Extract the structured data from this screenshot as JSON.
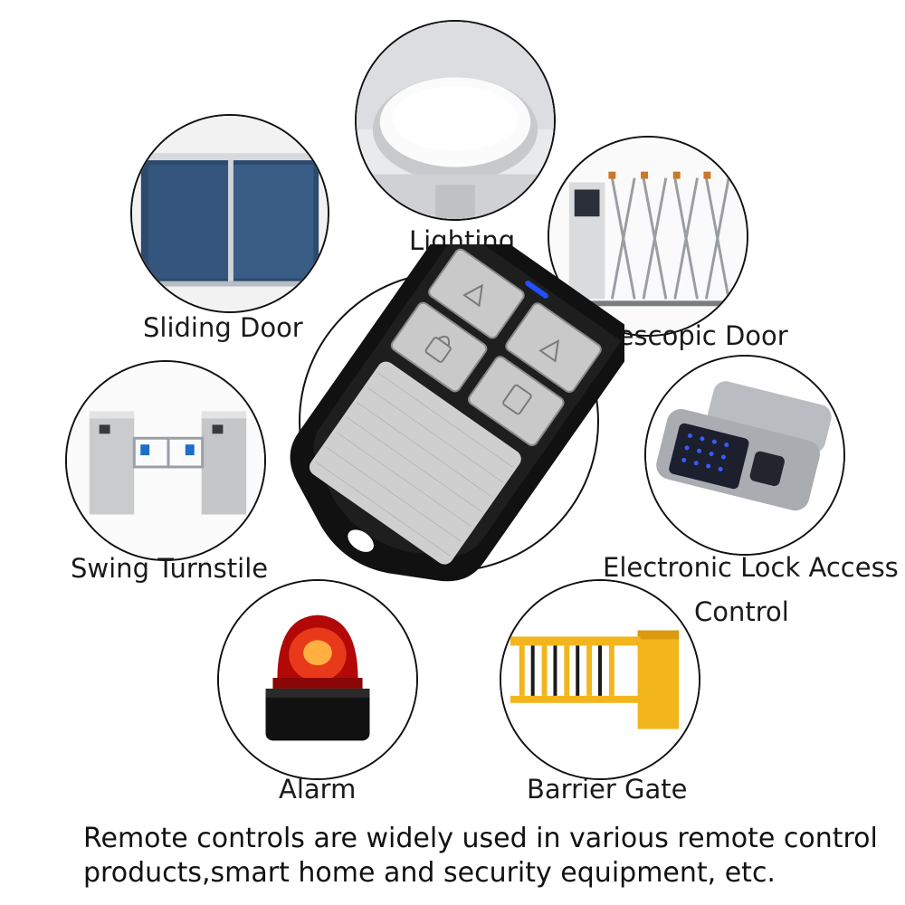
{
  "labels": {
    "lighting": "Lighting",
    "sliding_door": "Sliding Door",
    "telescopic_door": "Telescopic Door",
    "swing_turnstile": "Swing Turnstile",
    "electronic_lock_line1": "Electronic Lock Access",
    "electronic_lock_line2": "Control",
    "alarm": "Alarm",
    "barrier_gate": "Barrier Gate"
  },
  "caption": {
    "line1": "Remote controls are widely used in various remote control",
    "line2": "products,smart home and security equipment, etc."
  },
  "icons": {
    "remote": "remote-control-icon",
    "lighting": "ceiling-light-icon",
    "sliding_door": "sliding-door-icon",
    "telescopic_door": "telescopic-gate-icon",
    "swing_turnstile": "turnstile-icon",
    "electronic_lock": "smart-lock-icon",
    "alarm": "alarm-beacon-icon",
    "barrier_gate": "barrier-gate-icon"
  },
  "colors": {
    "outline": "#111111",
    "alarm_red": "#d01010",
    "barrier_yellow": "#f2b51c",
    "remote_silver": "#c8c8c8"
  }
}
